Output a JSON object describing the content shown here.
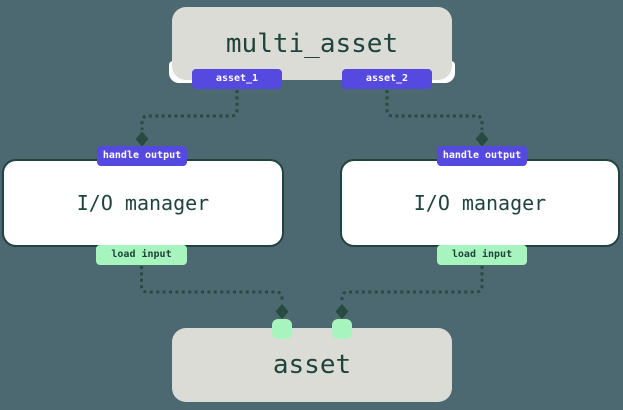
{
  "colors": {
    "background": "#4C6870",
    "node-gray": "#DCDCD7",
    "node-white": "#FFFFFF",
    "ink": "#1F443C",
    "edge": "#294A40",
    "purple": "#5549E0",
    "mint": "#A8F4BE",
    "badge-text": "#FFFFFF"
  },
  "nodes": {
    "multi_asset": {
      "label": "multi_asset",
      "outputs": [
        {
          "label": "asset_1"
        },
        {
          "label": "asset_2"
        }
      ]
    },
    "io_manager_left": {
      "label": "I/O manager",
      "top_badge": "handle output",
      "bottom_badge": "load input"
    },
    "io_manager_right": {
      "label": "I/O manager",
      "top_badge": "handle output",
      "bottom_badge": "load input"
    },
    "asset": {
      "label": "asset"
    }
  }
}
